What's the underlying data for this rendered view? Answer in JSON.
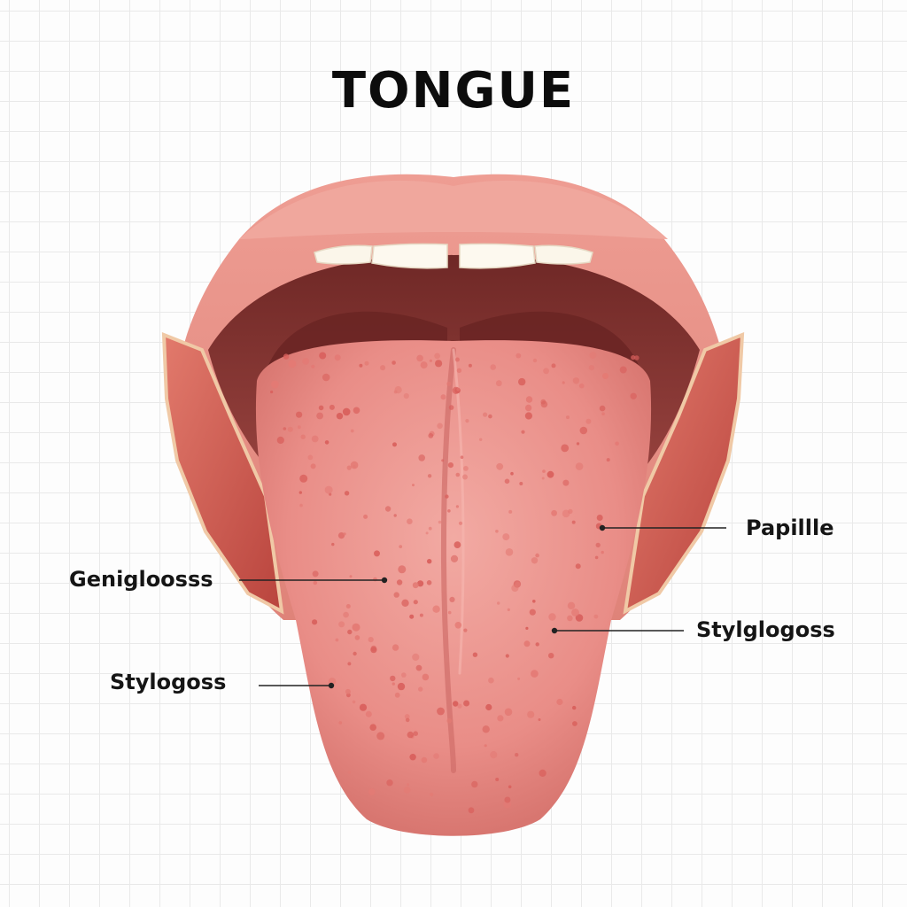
{
  "title": "TONGUE",
  "labels": {
    "genioglossus": "Genigloosss",
    "stylogoss": "Stylogoss",
    "papillae": "Papillle",
    "styloglossus_right": "Stylglogoss"
  },
  "colors": {
    "lip": "#e8938a",
    "lip_dark": "#d97b72",
    "mouth_interior": "#8e3a36",
    "throat": "#6e2a28",
    "teeth": "#fbf6ea",
    "tongue": "#e98a86",
    "tongue_light": "#f0a39c",
    "papilla": "#d9605c",
    "muscle": "#c9524a",
    "muscle_light": "#e07468",
    "gum": "#f2cfa8",
    "leader": "#222222"
  }
}
